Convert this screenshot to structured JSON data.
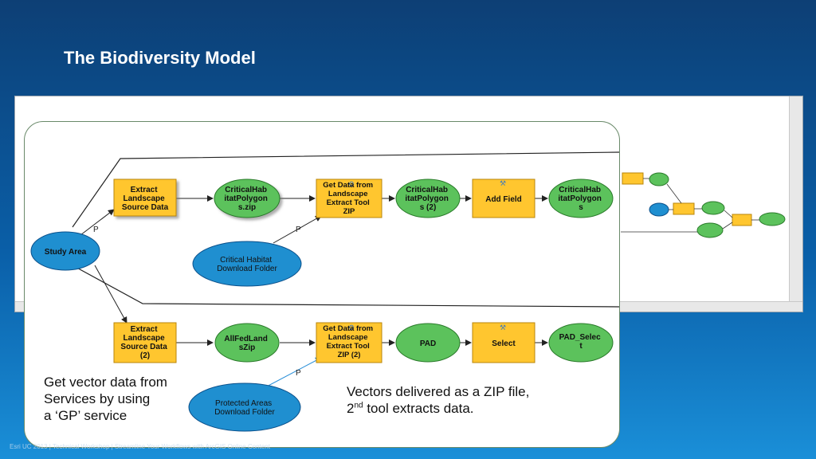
{
  "title": "The Biodiversity Model",
  "footer": "Esri UC 2013 | Technical Workshop | Streamline Your Workflows with ArcGIS Online Content",
  "nodes": {
    "study_area": "Study Area",
    "extract1": [
      "Extract",
      "Landscape",
      "Source Data"
    ],
    "critical_zip": [
      "CriticalHab",
      "itatPolygon",
      "s.zip"
    ],
    "getdata1": [
      "Get Data from",
      "Landscape",
      "Extract Tool",
      "ZIP"
    ],
    "critical2": [
      "CriticalHab",
      "itatPolygon",
      "s (2)"
    ],
    "addfield": "Add Field",
    "critical3": [
      "CriticalHab",
      "itatPolygon",
      "s"
    ],
    "critical_folder": [
      "Critical Habitat",
      "Download Folder"
    ],
    "extract2": [
      "Extract",
      "Landscape",
      "Source Data",
      "(2)"
    ],
    "allfed": [
      "AllFedLand",
      "sZip"
    ],
    "getdata2": [
      "Get Data from",
      "Landscape",
      "Extract Tool",
      "ZIP (2)"
    ],
    "pad": "PAD",
    "select": "Select",
    "pad_select": [
      "PAD_Selec",
      "t"
    ],
    "protected_folder": [
      "Protected Areas",
      "Download Folder"
    ]
  },
  "labels": {
    "p": "P"
  },
  "captions": {
    "left": [
      "Get vector data from",
      "Services by using",
      "a ‘GP’ service"
    ],
    "right_line1": "Vectors delivered as a ZIP file,",
    "right_2": "2",
    "right_nd": "nd",
    "right_rest": " tool extracts data."
  },
  "colors": {
    "tool": "#ffc62f",
    "data": "#5cc25c",
    "input": "#1f8fd0",
    "tool_border": "#b8860b",
    "data_border": "#2a7a2a",
    "input_border": "#0a4f8a"
  }
}
